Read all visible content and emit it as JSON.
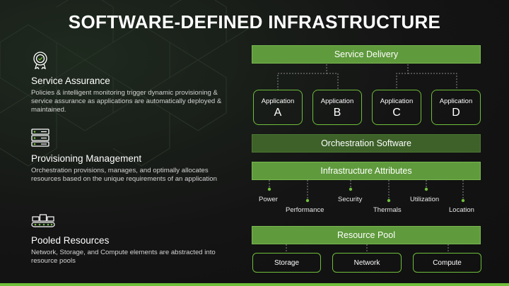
{
  "title": "SOFTWARE-DEFINED INFRASTRUCTURE",
  "features": [
    {
      "icon": "award-check-icon",
      "title": "Service Assurance",
      "desc": "Policies & intelligent monitoring trigger dynamic provisioning & service assurance as applications are automatically deployed & maintained."
    },
    {
      "icon": "server-stack-icon",
      "title": "Provisioning Management",
      "desc": "Orchestration provisions, manages, and optimally allocates resources based on the unique requirements of an application"
    },
    {
      "icon": "resource-pool-icon",
      "title": "Pooled Resources",
      "desc": "Network, Storage, and Compute elements are abstracted into resource pools"
    }
  ],
  "diagram": {
    "service_delivery": "Service Delivery",
    "applications": [
      {
        "label": "Application",
        "letter": "A"
      },
      {
        "label": "Application",
        "letter": "B"
      },
      {
        "label": "Application",
        "letter": "C"
      },
      {
        "label": "Application",
        "letter": "D"
      }
    ],
    "orchestration": "Orchestration Software",
    "infrastructure_attributes": "Infrastructure Attributes",
    "attributes": [
      "Power",
      "Performance",
      "Security",
      "Thermals",
      "Utilization",
      "Location"
    ],
    "resource_pool": "Resource Pool",
    "resources": [
      "Storage",
      "Network",
      "Compute"
    ]
  },
  "colors": {
    "accent": "#6fbf3a",
    "bar": "#5f9a3c",
    "bar_dark": "#3d6128",
    "background": "#141414"
  }
}
